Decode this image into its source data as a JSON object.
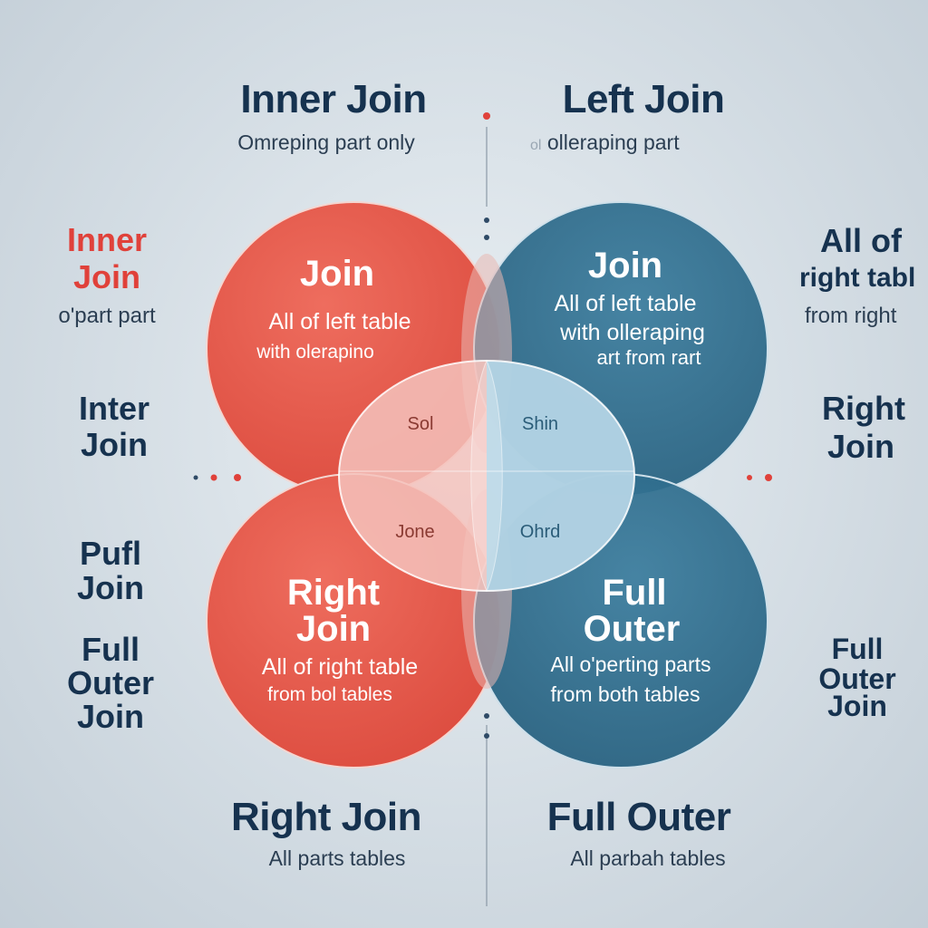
{
  "headers": {
    "top_left": {
      "title": "Inner Join",
      "subtitle": "Omreping part only"
    },
    "top_right": {
      "title": "Left Join",
      "subtitle": "olleraping part",
      "prefix": "ol"
    },
    "bottom_left": {
      "title": "Right Join",
      "subtitle": "All parts tables"
    },
    "bottom_right": {
      "title": "Full Outer",
      "subtitle": "All parbah tables"
    }
  },
  "left_side": {
    "item1": {
      "line1": "Inner",
      "line2": "Join",
      "line3": "o'part part"
    },
    "item2": {
      "line1": "Inter",
      "line2": "Join"
    },
    "item3": {
      "line1": "Pufl",
      "line2": "Join"
    },
    "item4": {
      "line1": "Full",
      "line2": "Outer",
      "line3": "Join"
    }
  },
  "right_side": {
    "item1": {
      "line1": "All of",
      "line2": "right tabl",
      "line3": "from right"
    },
    "item2": {
      "line1": "Right",
      "line2": "Join"
    },
    "item3": {
      "line1": "Full",
      "line2": "Outer",
      "line3": "Join"
    }
  },
  "circles": {
    "top_left": {
      "title": "Join",
      "desc1": "All of left table",
      "desc2": "with olerapino"
    },
    "top_right": {
      "title": "Join",
      "desc1": "All of left table",
      "desc2": "with olleraping",
      "desc3": "art from rart"
    },
    "bottom_left": {
      "title1": "Right",
      "title2": "Join",
      "desc1": "All of right table",
      "desc2": "from bol tables"
    },
    "bottom_right": {
      "title1": "Full",
      "title2": "Outer",
      "desc1": "All o'perting parts",
      "desc2": "from both tables"
    }
  },
  "overlap_labels": {
    "top_left": "Sol",
    "top_right": "Shin",
    "bottom_left": "Jone",
    "bottom_right": "Ohrd"
  },
  "colors": {
    "red": "#e8584a",
    "blue": "#2e6b8c",
    "navy": "#16324f",
    "accent_red": "#e0413a"
  }
}
